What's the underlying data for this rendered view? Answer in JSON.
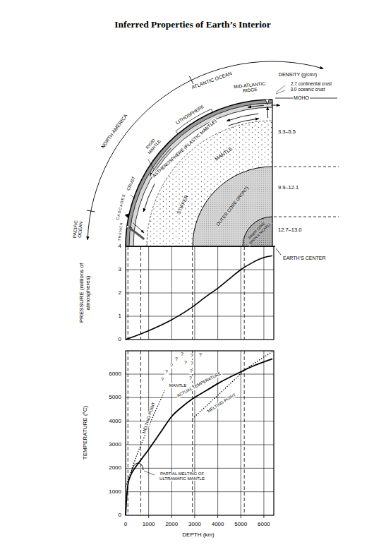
{
  "diagram": {
    "title": "Inferred Properties of Earth’s Interior",
    "labels": [
      "ATLANTIC OCEAN",
      "NORTH AMERICA",
      "PACIFIC OCEAN",
      "DENSITY (g/cm³)",
      "2.7 continental crust",
      "3.0 oceanic crust",
      "MOHO",
      "MID-ATLANTIC RIDGE",
      "LITHOSPHERE",
      "RIGID MANTLE",
      "ASTHENOSPHERE (PLASTIC MANTLE)",
      "CRUST",
      "CASCADES",
      "TRENCH",
      "MANTLE",
      "STIFFER",
      "OUTER CORE (IRON?)",
      "INNER CORE (IRON & NICKEL)",
      "3.3–5.5",
      "9.9–12.1",
      "12.7–13.0",
      "EARTH’S CENTER",
      "PRESSURE (millions of atmospheres)",
      "0",
      "1",
      "2",
      "3",
      "4",
      "TEMPERATURE (°C)",
      "0",
      "1000",
      "2000",
      "3000",
      "4000",
      "5000",
      "6000",
      "MANTLE",
      "MELTING POINT",
      "ACTUAL TEMPERATURE",
      "MELTING POINT",
      "PARTIAL MELTING OF ULTRAMAFIC MANTLE",
      "?",
      "?",
      "?",
      "?",
      "?",
      "?",
      "?",
      "?",
      "?",
      "?",
      "?",
      "0",
      "1000",
      "2000",
      "3000",
      "4000",
      "5000",
      "6000",
      "DEPTH (km)"
    ]
  }
}
